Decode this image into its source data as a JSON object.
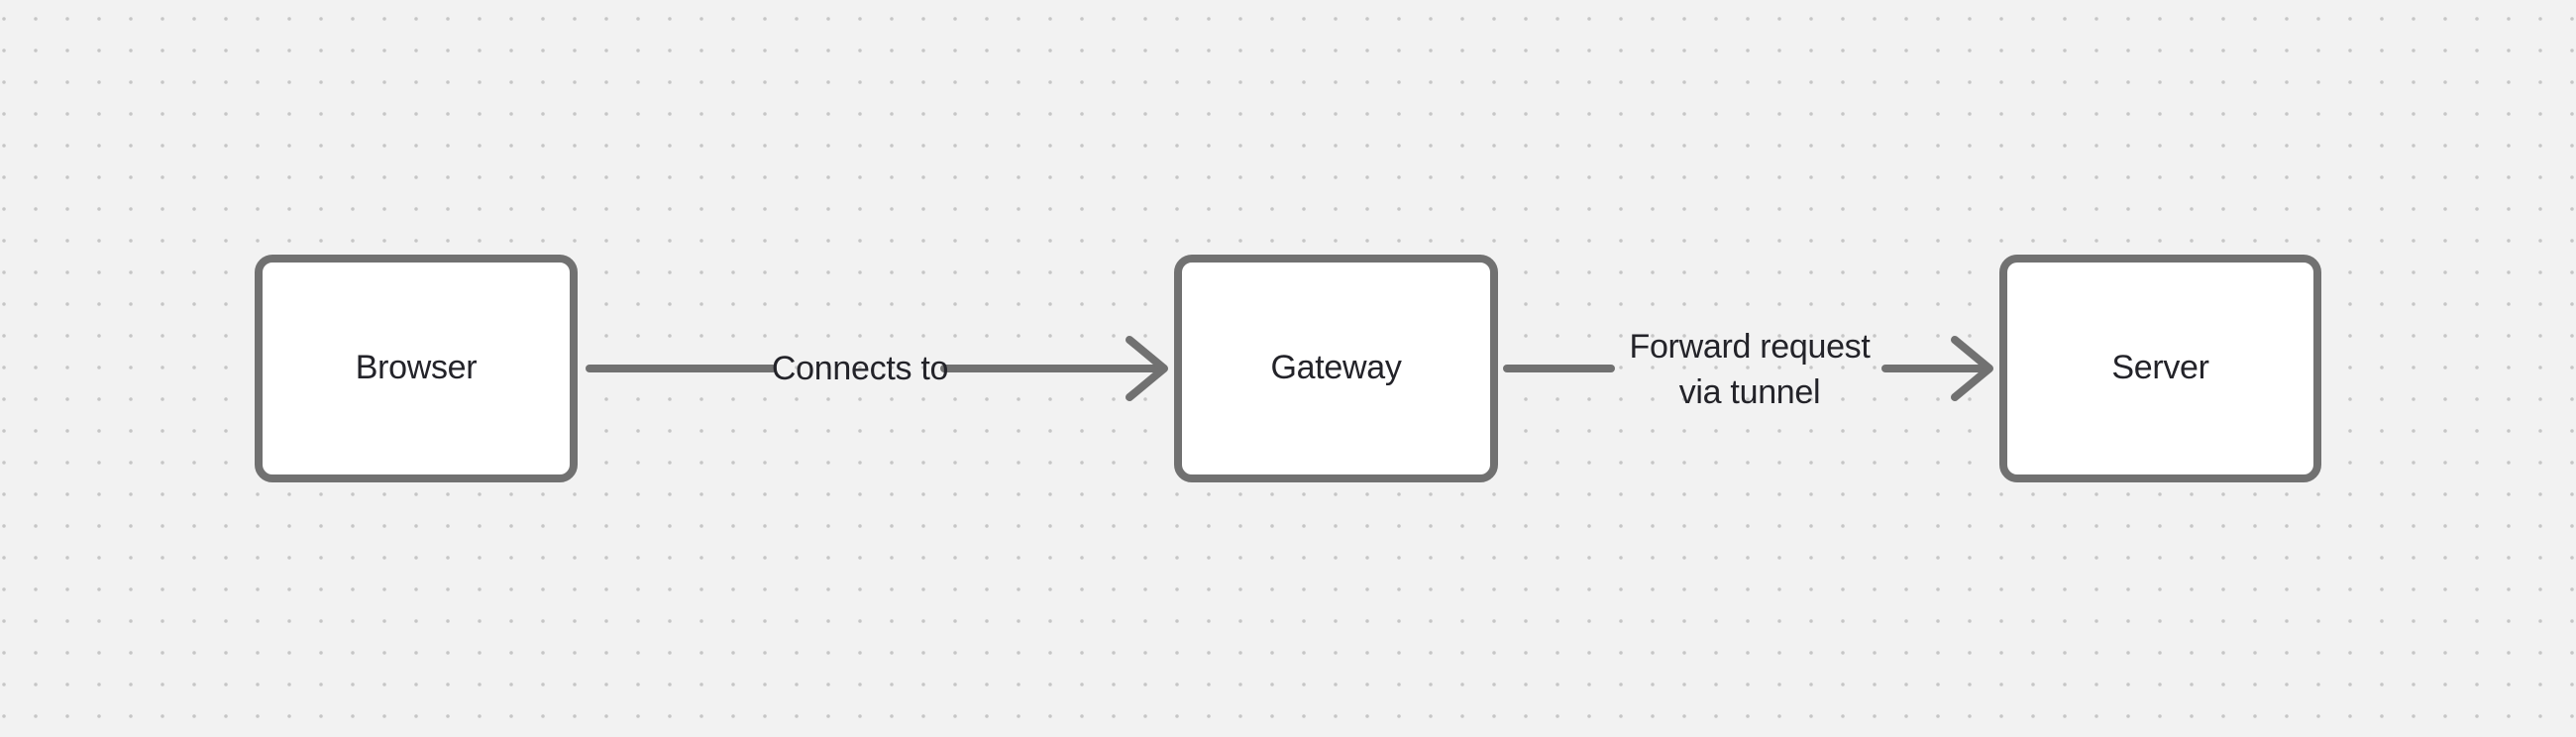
{
  "canvas": {
    "background_color": "#f2f2f2",
    "dot_grid_color": "#c6c6c6",
    "stroke_color": "#717171",
    "text_color": "#232329"
  },
  "diagram": {
    "nodes": [
      {
        "id": "browser",
        "label": "Browser"
      },
      {
        "id": "gateway",
        "label": "Gateway"
      },
      {
        "id": "server",
        "label": "Server"
      }
    ],
    "edges": [
      {
        "id": "browser-to-gateway",
        "from": "Browser",
        "to": "Gateway",
        "label": "Connects to"
      },
      {
        "id": "gateway-to-server",
        "from": "Gateway",
        "to": "Server",
        "label": "Forward request via tunnel",
        "label_lines": [
          "Forward request",
          "via tunnel"
        ]
      }
    ]
  }
}
